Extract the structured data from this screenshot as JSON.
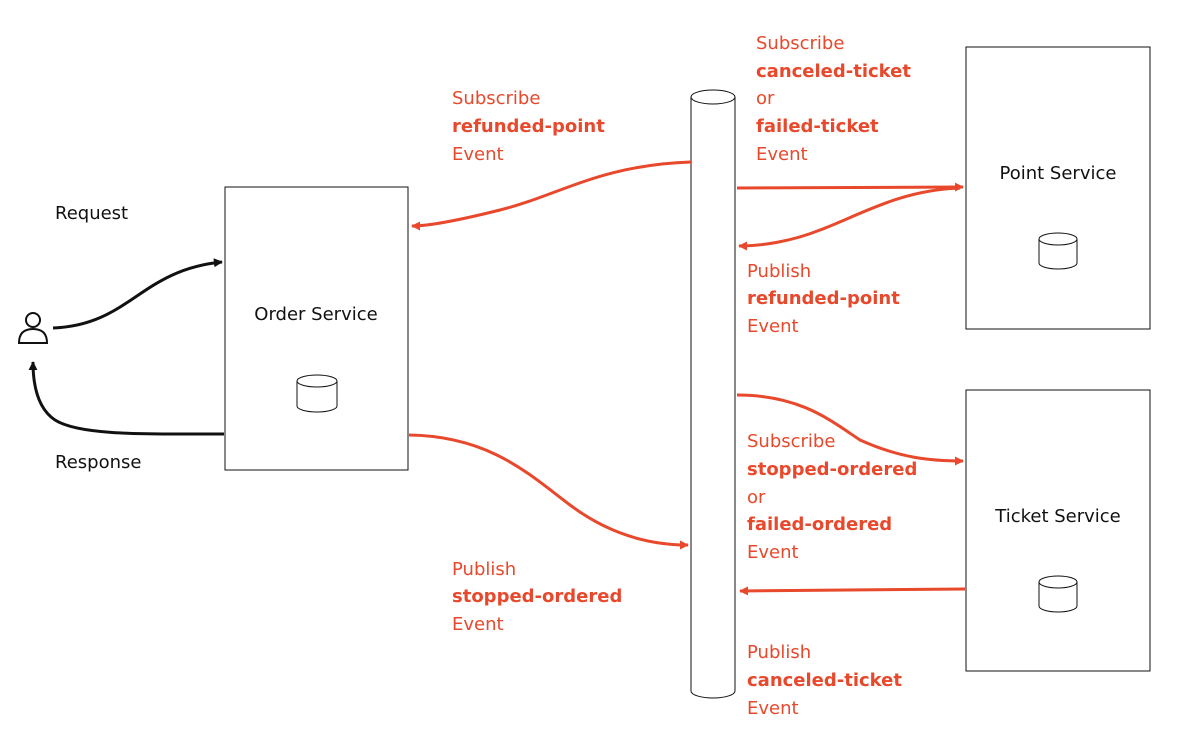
{
  "colors": {
    "accent": "#e8482b",
    "ink": "#111111"
  },
  "services": {
    "order": {
      "label": "Order Service"
    },
    "point": {
      "label": "Point Service"
    },
    "ticket": {
      "label": "Ticket Service"
    }
  },
  "user": {
    "icon": "user-icon",
    "request_label": "Request",
    "response_label": "Response"
  },
  "events": {
    "subscribe_refunded": {
      "action": "Subscribe",
      "name": "refunded-point",
      "suffix": "Event"
    },
    "subscribe_canceled_failed": {
      "action": "Subscribe",
      "name1": "canceled-ticket",
      "joiner": "or",
      "name2": "failed-ticket",
      "suffix": "Event"
    },
    "publish_refunded": {
      "action": "Publish",
      "name": "refunded-point",
      "suffix": "Event"
    },
    "subscribe_stopped_failed": {
      "action": "Subscribe",
      "name1": "stopped-ordered",
      "joiner": "or",
      "name2": "failed-ordered",
      "suffix": "Event"
    },
    "publish_stopped": {
      "action": "Publish",
      "name": "stopped-ordered",
      "suffix": "Event"
    },
    "publish_canceled": {
      "action": "Publish",
      "name": "canceled-ticket",
      "suffix": "Event"
    }
  }
}
